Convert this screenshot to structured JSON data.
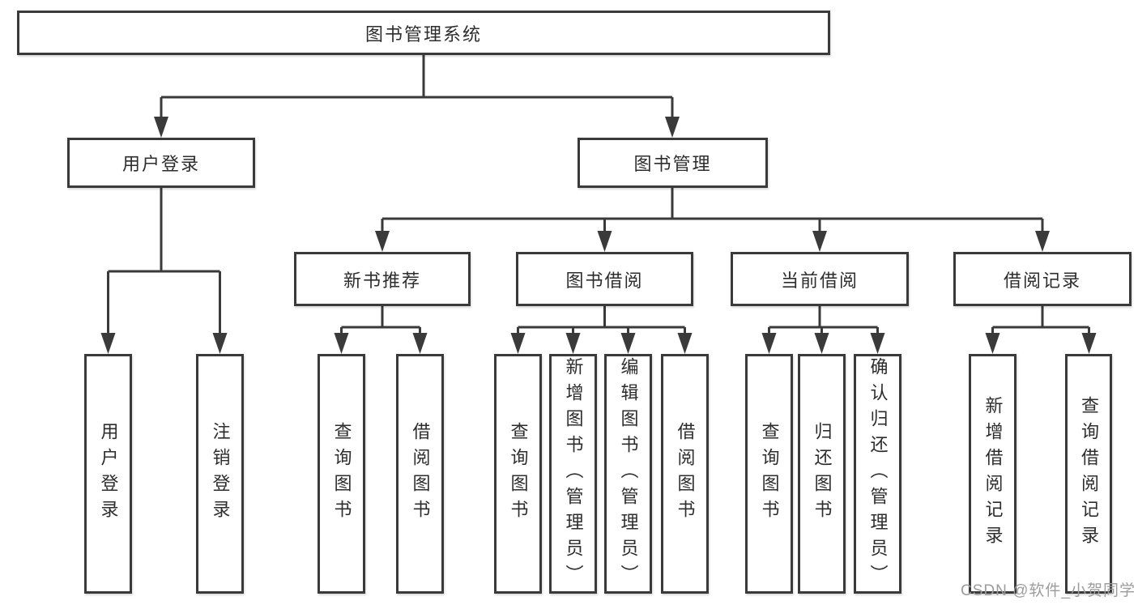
{
  "diagram": {
    "title": "图书管理系统",
    "level2": {
      "user_login": "用户登录",
      "book_management": "图书管理"
    },
    "level3": {
      "new_book_recommend": "新书推荐",
      "book_borrow": "图书借阅",
      "current_borrow": "当前借阅",
      "borrow_records": "借阅记录"
    },
    "leaves": {
      "user_login": "用户登录",
      "logout_login": "注销登录",
      "nbr_query_books": "查询图书",
      "nbr_borrow_books": "借阅图书",
      "bb_query_books": "查询图书",
      "bb_add_books": "新增图书（管理员）",
      "bb_edit_books": "编辑图书（管理员）",
      "bb_borrow_books": "借阅图书",
      "cb_query_books": "查询图书",
      "cb_return_books": "归还图书",
      "cb_confirm_return": "确认归还（管理员）",
      "br_add_record": "新增借阅记录",
      "br_query_record": "查询借阅记录"
    },
    "watermark": "CSDN @软件_小贺同学",
    "colors": {
      "line": "#3a3a3a",
      "text": "#2d2d2d",
      "watermark": "#9c9c9c",
      "background": "#ffffff"
    }
  }
}
